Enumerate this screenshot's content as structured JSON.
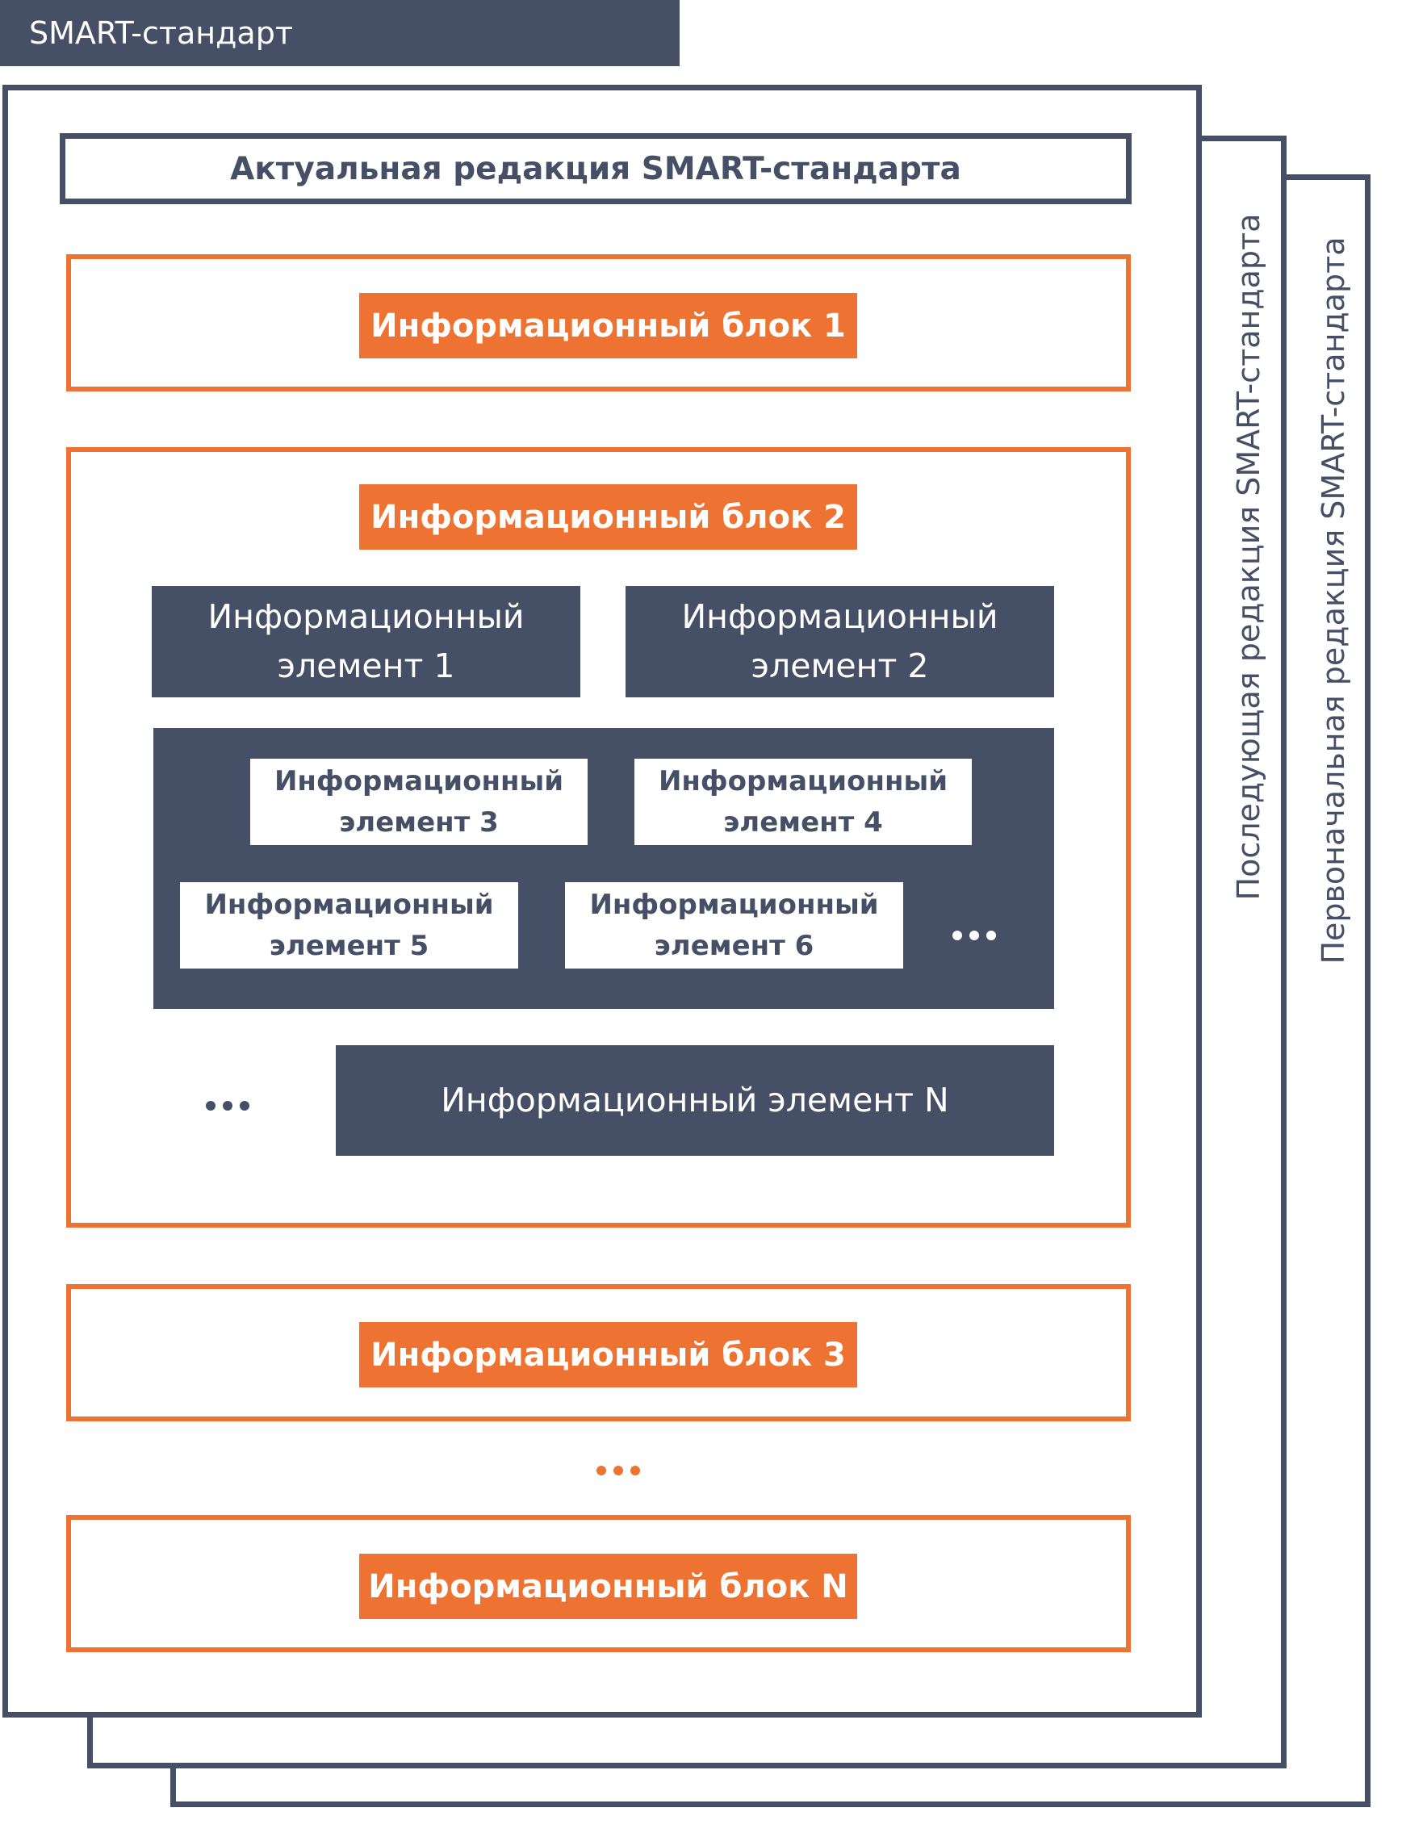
{
  "title": "SMART-стандарт",
  "revisions": {
    "current": "Актуальная редакция SMART-стандарта",
    "next": "Последующая редакция SMART-стандарта",
    "initial": "Первоначальная редакция SMART-стандарта"
  },
  "blocks": [
    {
      "label": "Информационный блок 1"
    },
    {
      "label": "Информационный блок 2"
    },
    {
      "label": "Информационный блок 3"
    },
    {
      "label": "Информационный блок N"
    }
  ],
  "elements": {
    "e1": {
      "line1": "Информационный",
      "line2": "элемент 1"
    },
    "e2": {
      "line1": "Информационный",
      "line2": "элемент 2"
    },
    "e3": {
      "line1": "Информационный",
      "line2": "элемент 3"
    },
    "e4": {
      "line1": "Информационный",
      "line2": "элемент 4"
    },
    "e5": {
      "line1": "Информационный",
      "line2": "элемент 5"
    },
    "e6": {
      "line1": "Информационный",
      "line2": "элемент 6"
    },
    "eN": "Информационный элемент N"
  },
  "colors": {
    "dark": "#454f66",
    "orange": "#ee7231",
    "white": "#ffffff"
  }
}
